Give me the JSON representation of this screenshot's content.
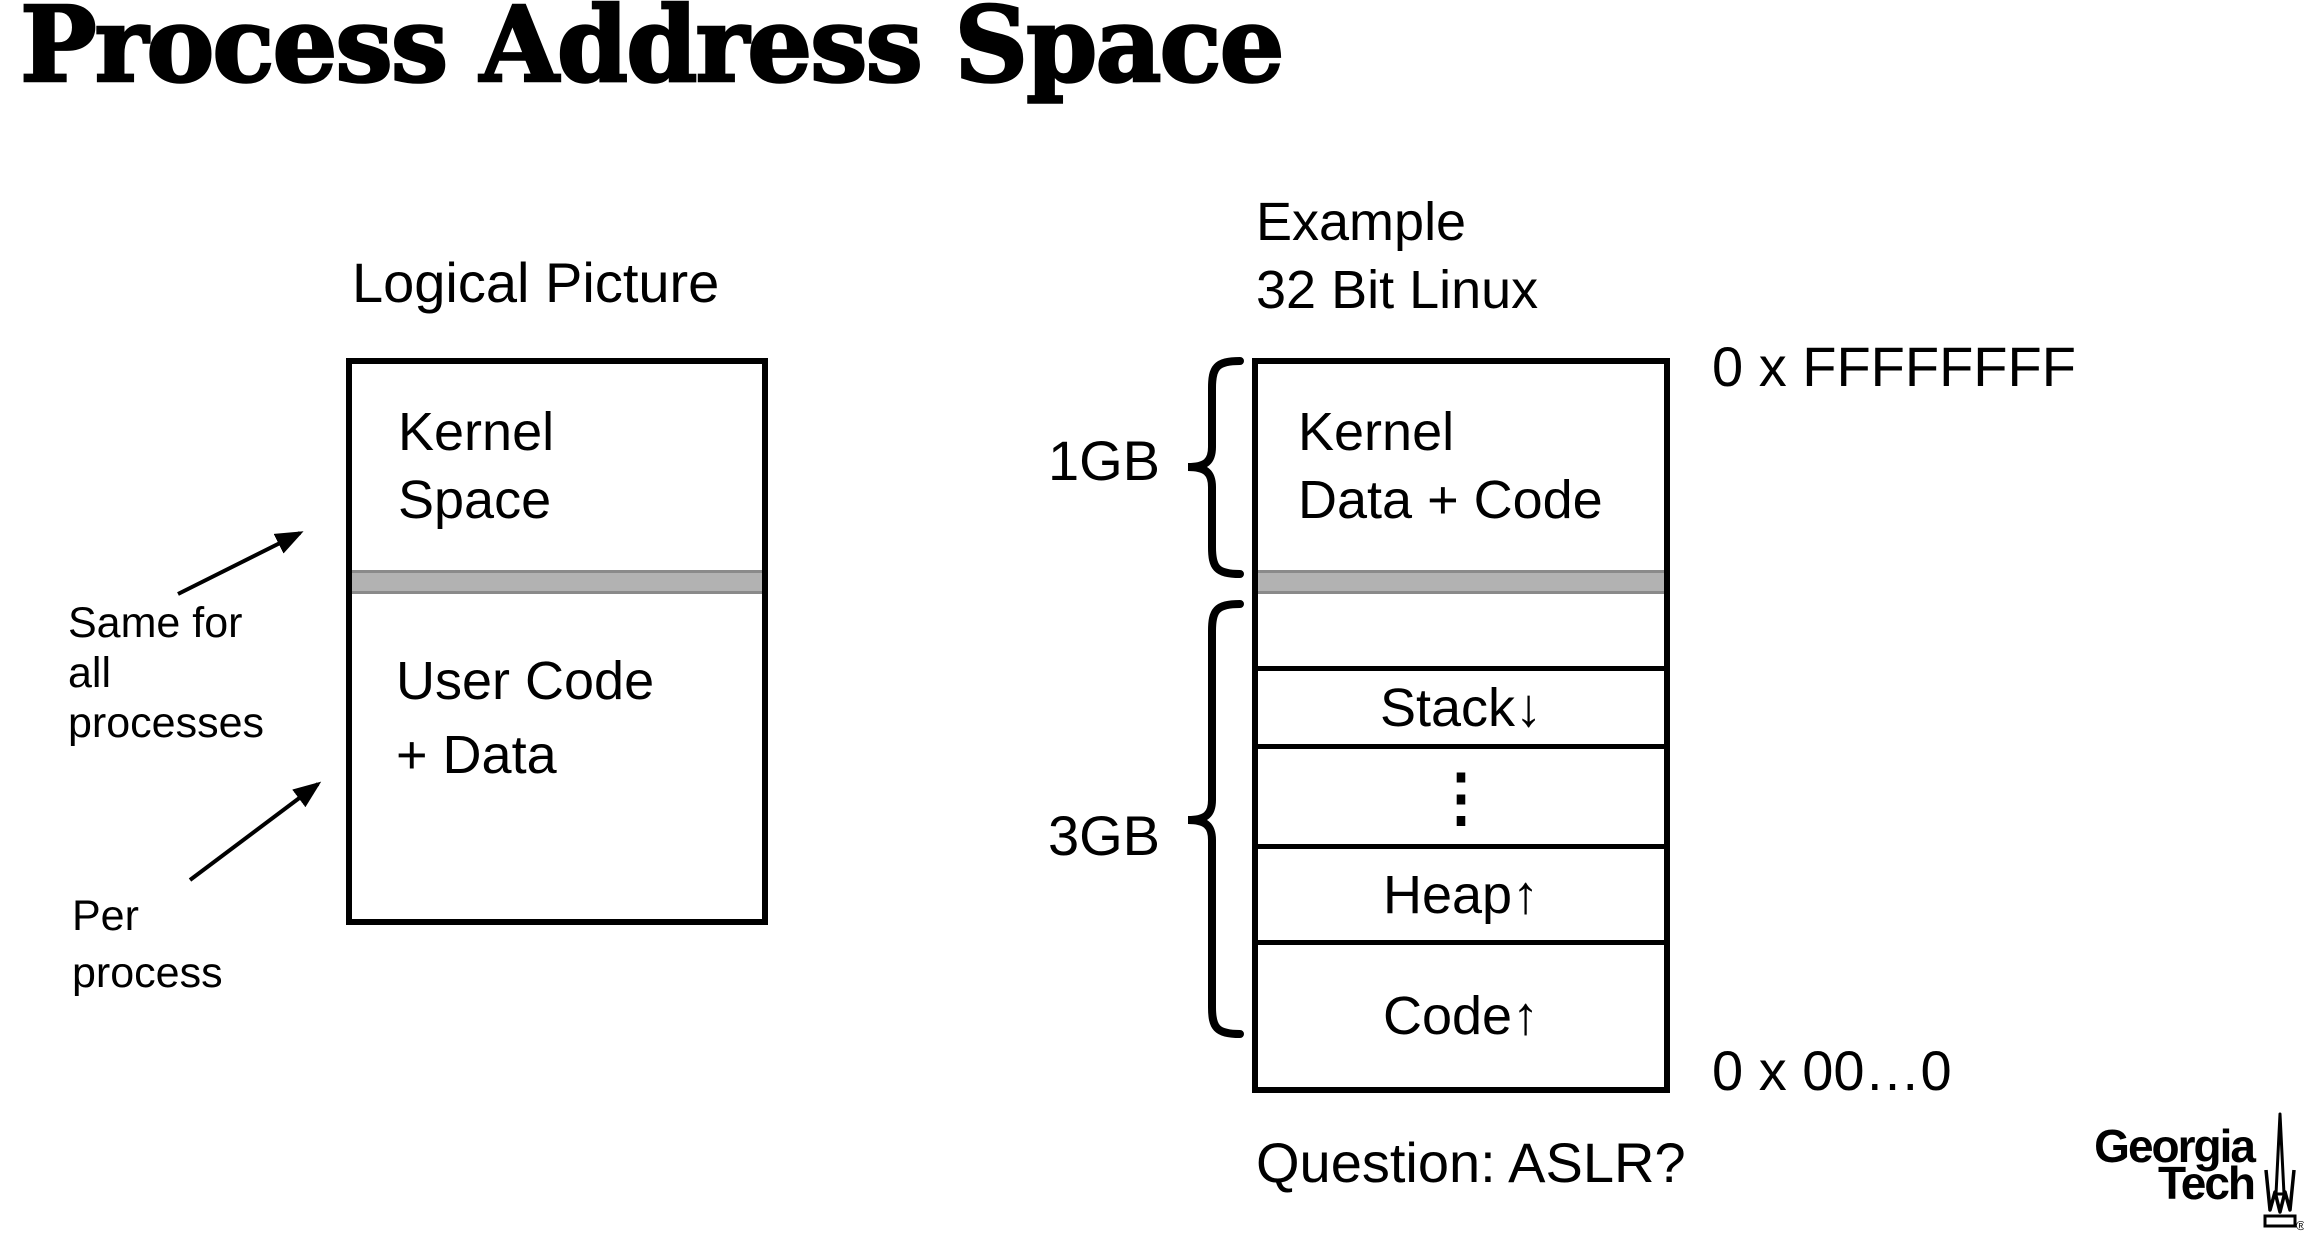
{
  "slide": {
    "title": "Process Address Space"
  },
  "left": {
    "heading": "Logical Picture",
    "kernel": {
      "line1": "Kernel",
      "line2": "Space"
    },
    "user": {
      "line1": "User Code",
      "line2": "+ Data"
    },
    "annotation_kernel": {
      "line1": "Same for",
      "line2": "all",
      "line3": "processes"
    },
    "annotation_user": {
      "line1": "Per",
      "line2": "process"
    }
  },
  "right": {
    "heading": {
      "line1": "Example",
      "line2": "32 Bit Linux"
    },
    "size_top": "1GB",
    "size_bottom": "3GB",
    "kernel": {
      "line1": "Kernel",
      "line2": "Data + Code"
    },
    "sections": [
      {
        "label": ""
      },
      {
        "label": "Stack↓"
      },
      {
        "label": "⋮"
      },
      {
        "label": "Heap↑"
      },
      {
        "label": "Code↑"
      }
    ],
    "address_top": "0 x FFFFFFFF",
    "address_bottom": "0 x 00…0",
    "question": "Question: ASLR?"
  },
  "logo": {
    "line1": "Georgia",
    "line2": "Tech",
    "registered": "®"
  },
  "colors": {
    "ink": "#000000",
    "divider_fill": "#b2b2b2",
    "divider_border": "#8a8a8a"
  }
}
